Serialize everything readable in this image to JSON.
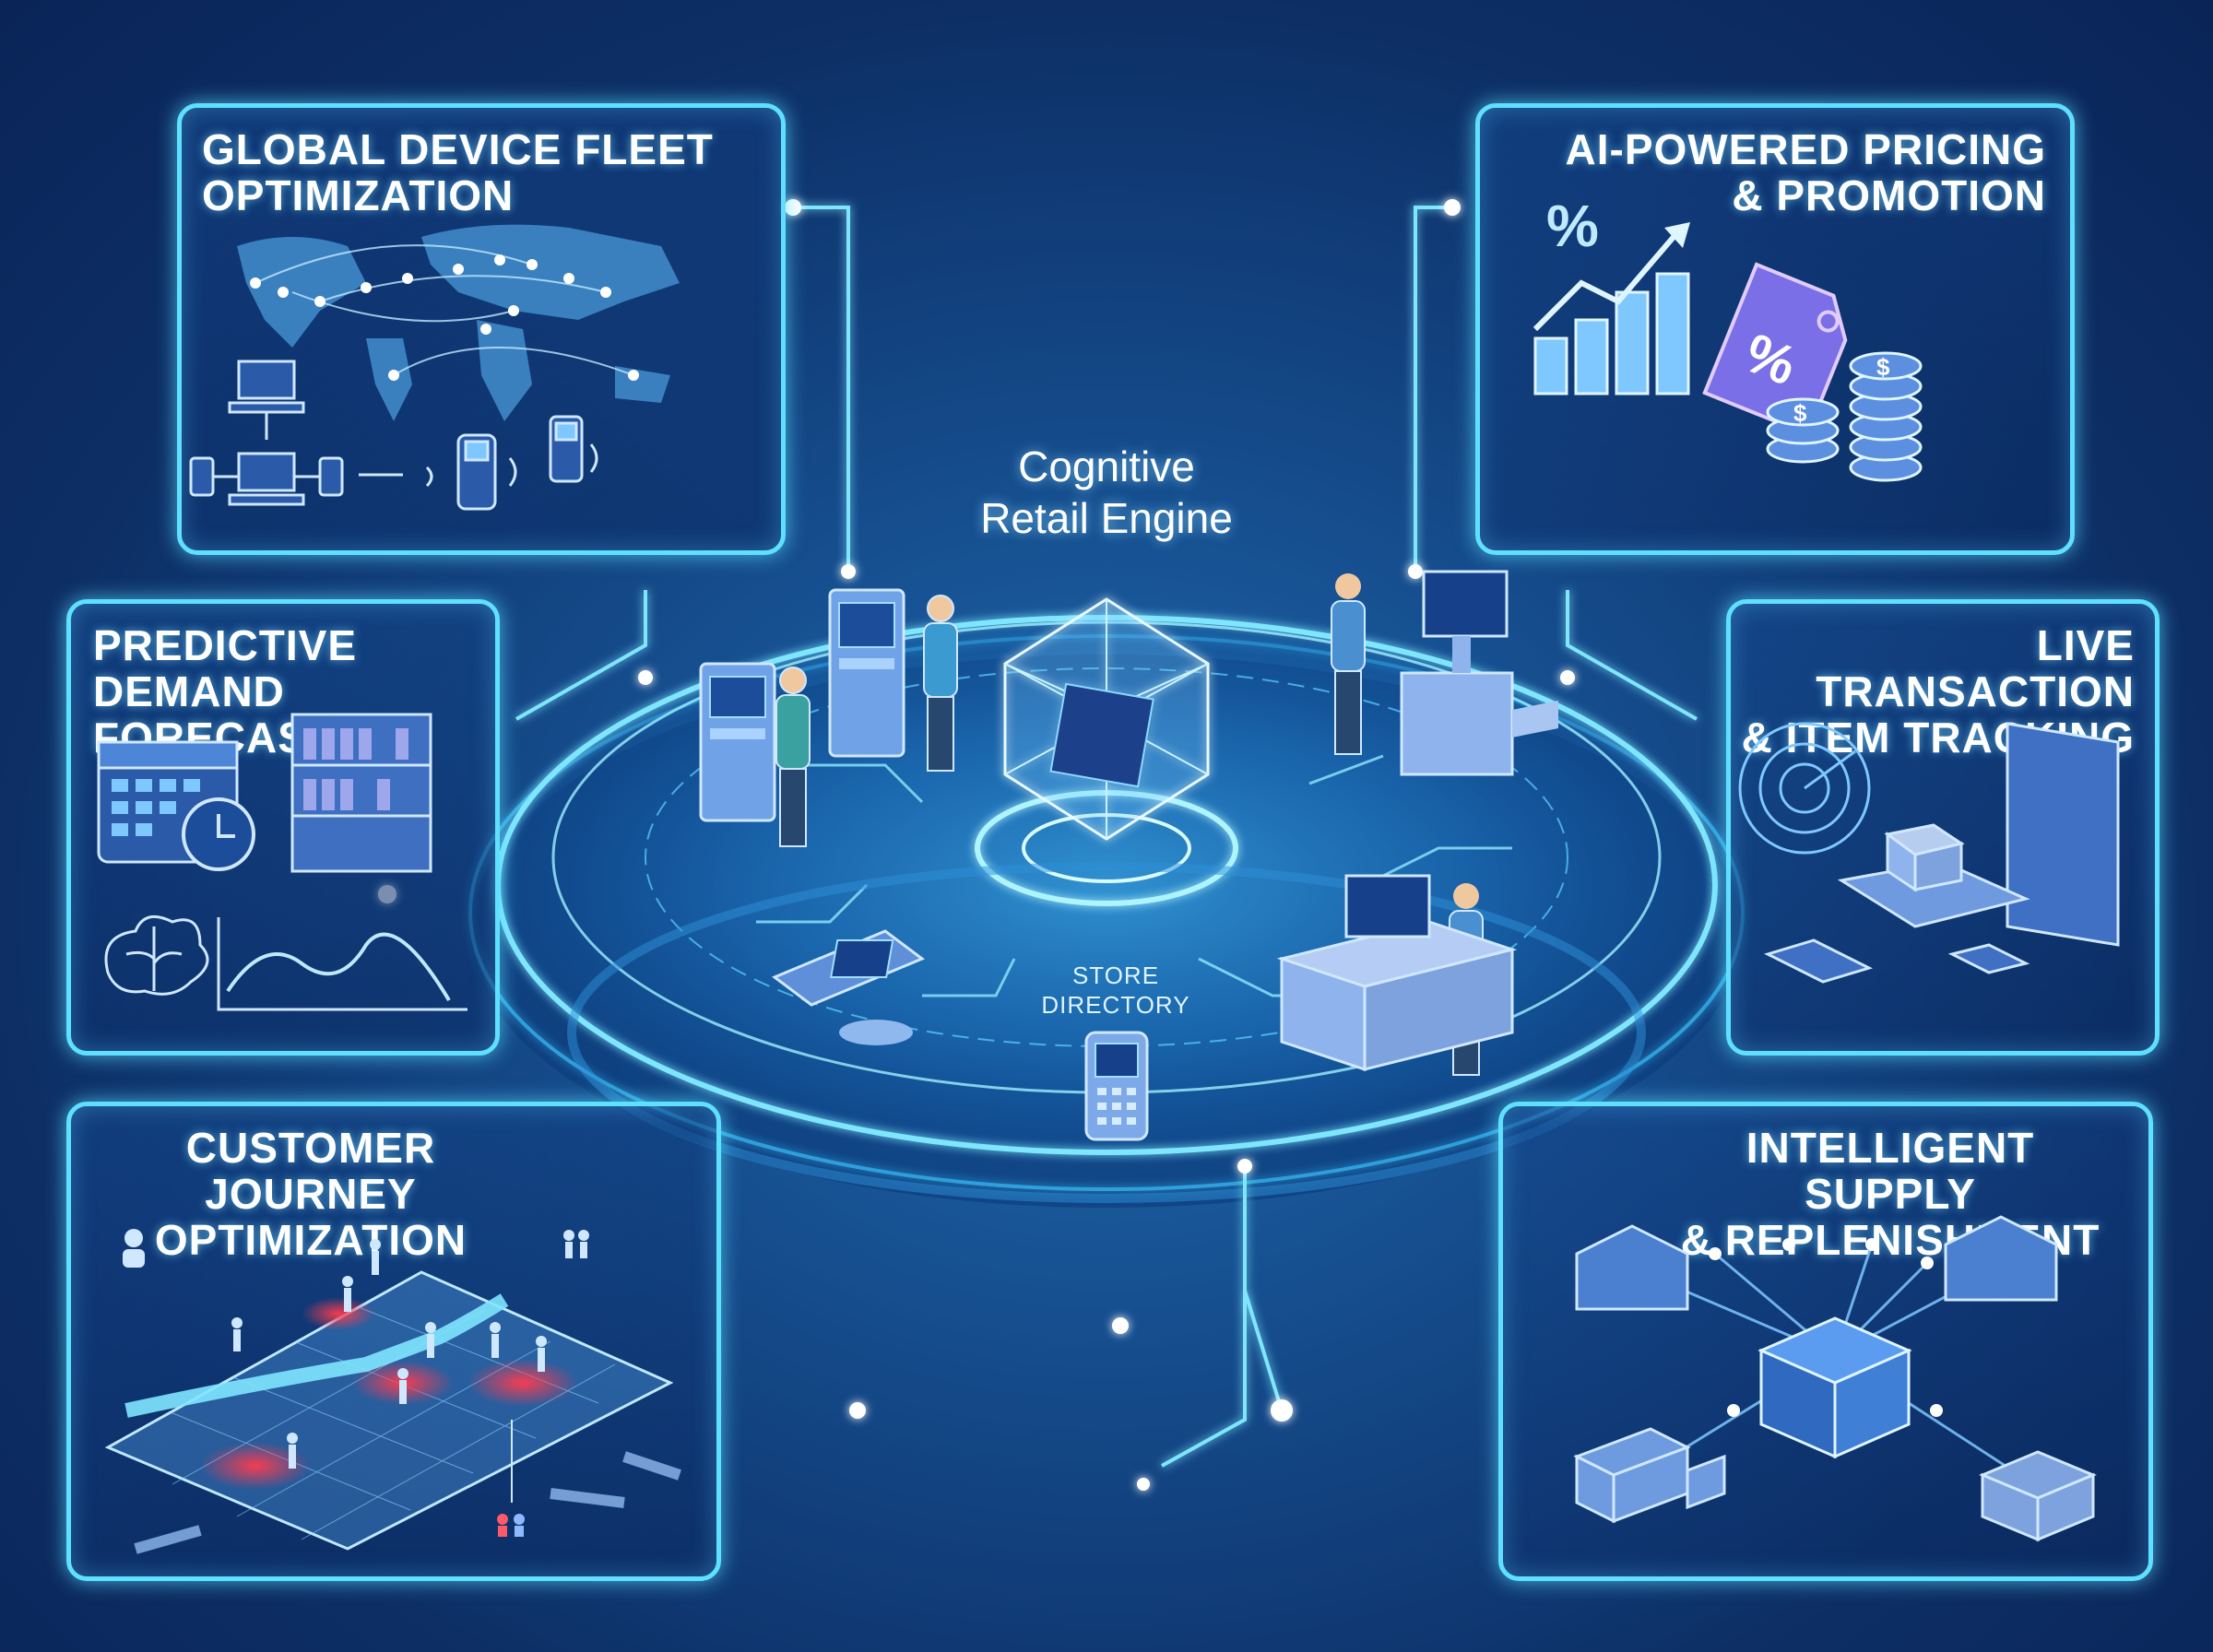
{
  "center": {
    "title_line1": "Cognitive",
    "title_line2": "Retail Engine",
    "store_directory_line1": "STORE",
    "store_directory_line2": "DIRECTORY"
  },
  "panels": {
    "fleet": {
      "line1": "GLOBAL DEVICE FLEET",
      "line2": "OPTIMIZATION"
    },
    "pricing": {
      "line1": "AI-POWERED PRICING",
      "line2": "& PROMOTION"
    },
    "demand": {
      "line1": "PREDICTIVE DEMAND",
      "line2": "FORECASTS"
    },
    "tracking": {
      "line1": "LIVE TRANSACTION",
      "line2": "& ITEM TRACKING"
    },
    "journey": {
      "line1": "CUSTOMER JOURNEY",
      "line2": "OPTIMIZATION"
    },
    "supply": {
      "line1": "INTELLIGENT SUPPLY",
      "line2": "& REPLENISHMENT"
    }
  },
  "pricing_symbol": "%",
  "coin_symbol": "$",
  "colors": {
    "neon": "#5fe0ff",
    "background": "#0d2f66",
    "hotspot": "#ff3b4e"
  },
  "icons": [
    "world-map-icon",
    "computer-network-icon",
    "handheld-scanner-icon",
    "bar-chart-icon",
    "price-tag-icon",
    "coin-stack-icon",
    "calendar-icon",
    "clock-icon",
    "store-shelf-icon",
    "brain-icon",
    "line-chart-icon",
    "radar-icon",
    "package-icon",
    "card-terminal-icon",
    "monitor-icon",
    "person-icon",
    "heatmap-floor-icon",
    "warehouse-icon",
    "data-cube-icon",
    "truck-icon",
    "pallet-icon",
    "crystal-engine-icon",
    "kiosk-icon",
    "pos-terminal-icon"
  ]
}
